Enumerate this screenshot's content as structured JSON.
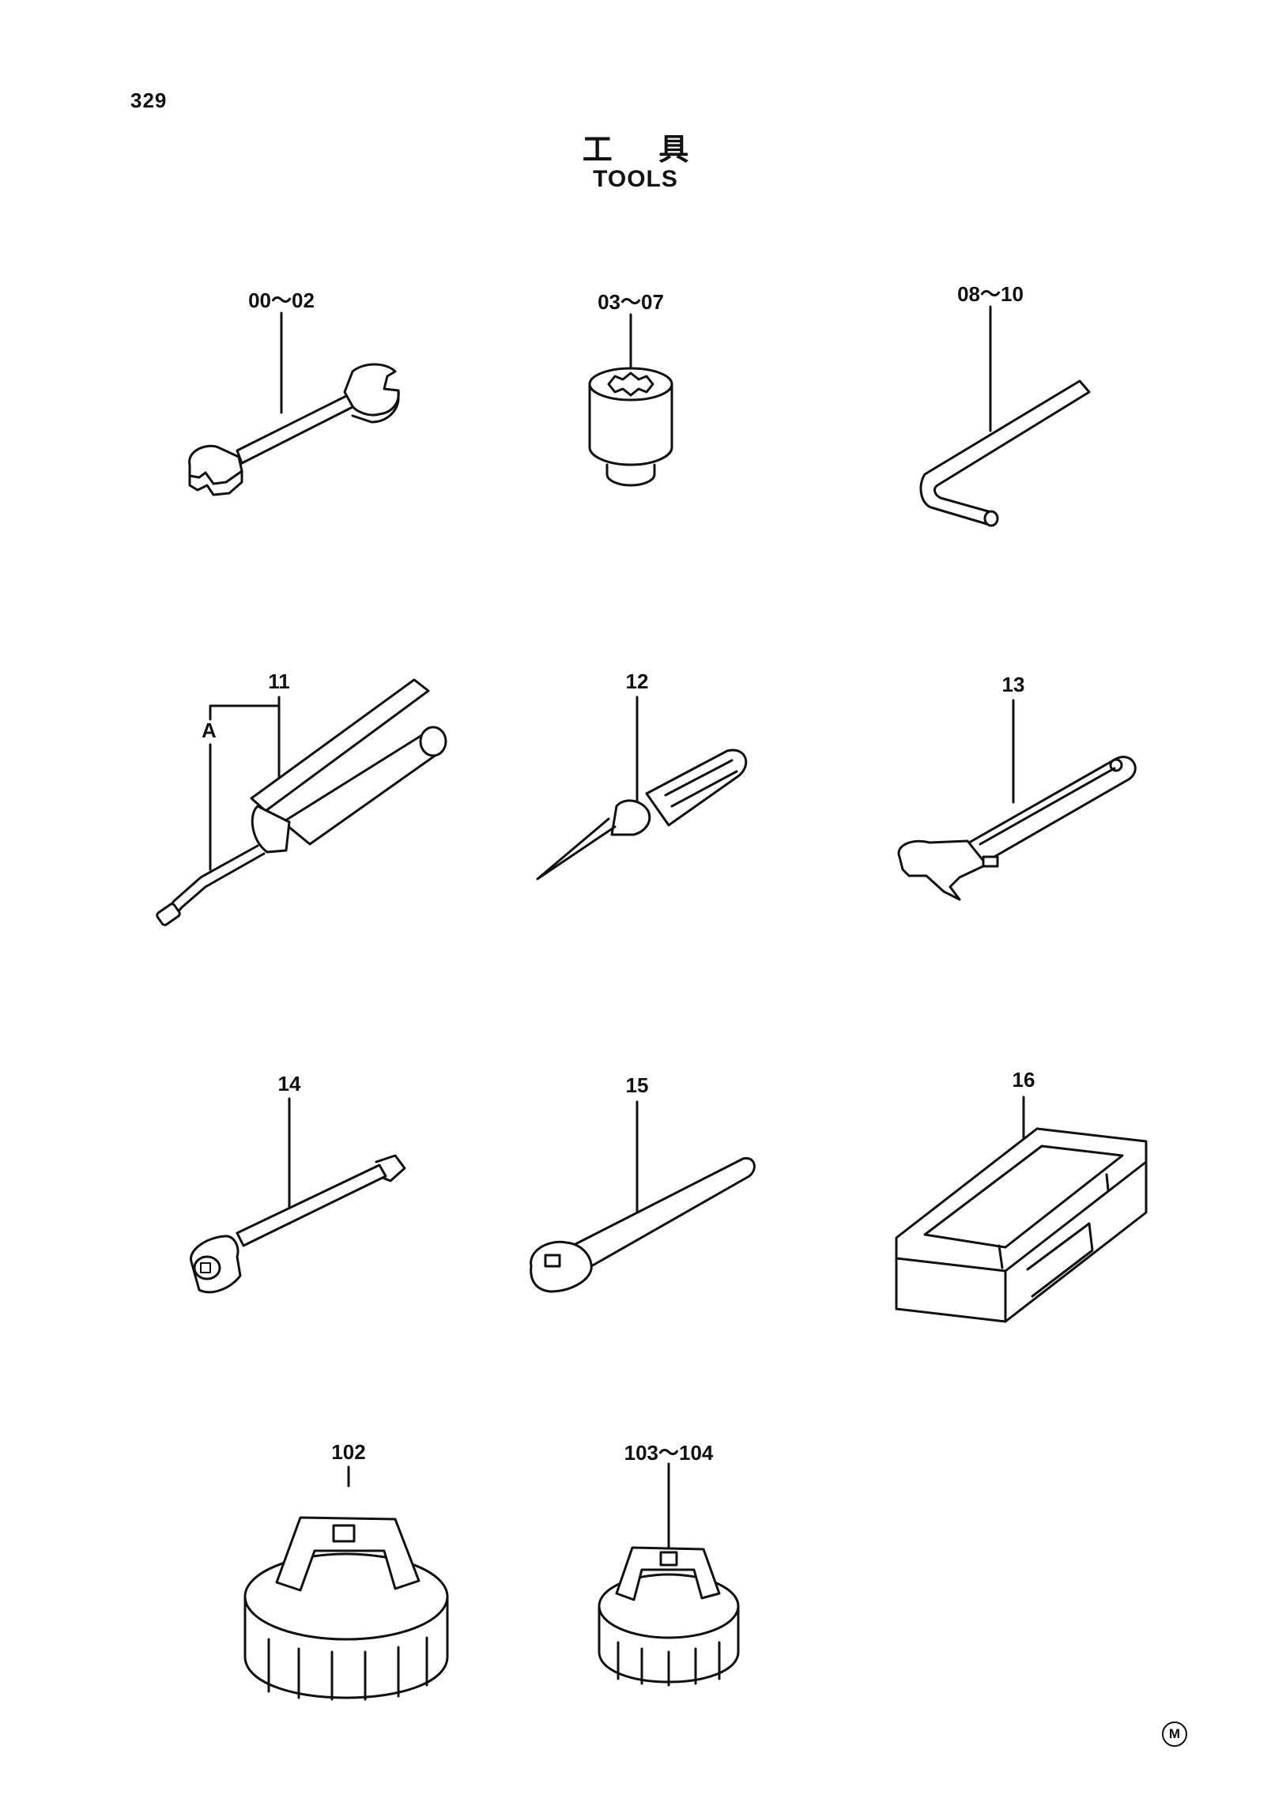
{
  "page": {
    "number": "329",
    "title_cn": "工 具",
    "title_en": "TOOLS",
    "mark": "M"
  },
  "callouts": [
    {
      "id": "c1",
      "label": "00～02",
      "icon": "spanner-icon"
    },
    {
      "id": "c2",
      "label": "03～07",
      "icon": "socket-icon"
    },
    {
      "id": "c3",
      "label": "08～10",
      "icon": "hex-key-icon"
    },
    {
      "id": "c4",
      "label": "11",
      "icon": "grease-gun-icon"
    },
    {
      "id": "c5",
      "label": "12",
      "icon": "screwdriver-icon"
    },
    {
      "id": "c6",
      "label": "13",
      "icon": "adjustable-wrench-icon"
    },
    {
      "id": "c7",
      "label": "14",
      "icon": "extension-bar-icon"
    },
    {
      "id": "c8",
      "label": "15",
      "icon": "ratchet-handle-icon"
    },
    {
      "id": "c9",
      "label": "16",
      "icon": "tool-box-icon"
    },
    {
      "id": "c10",
      "label": "102",
      "icon": "filter-wrench-large-icon"
    },
    {
      "id": "c11",
      "label": "103～104",
      "icon": "filter-wrench-small-icon"
    }
  ],
  "sub_callout": {
    "label": "A"
  }
}
